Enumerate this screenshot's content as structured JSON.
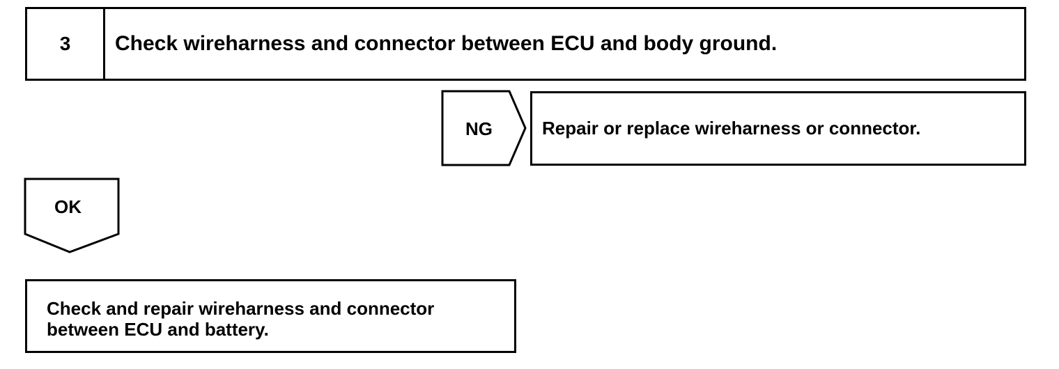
{
  "step": {
    "number": "3",
    "title": "Check wireharness and connector between ECU and body ground."
  },
  "ng_branch": {
    "label": "NG",
    "action": "Repair or replace wireharness or connector."
  },
  "ok_branch": {
    "label": "OK"
  },
  "final_action": {
    "line1": "Check and repair wireharness and connector",
    "line2": "between ECU and battery."
  }
}
